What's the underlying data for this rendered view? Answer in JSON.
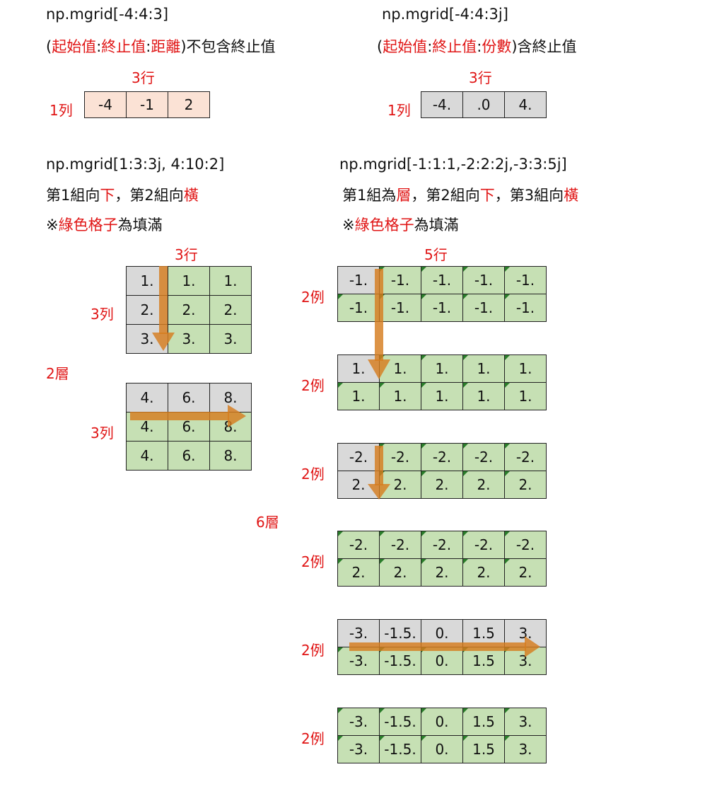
{
  "ex1": {
    "code": "np.mgrid[-4:4:3]",
    "desc_parts": [
      "(",
      "起始值",
      ":",
      "終止值",
      ":",
      "距離",
      ")不包含終止值"
    ],
    "cols_label": "3行",
    "rows_label": "1列",
    "cells": [
      "-4",
      "-1",
      "2"
    ]
  },
  "ex2": {
    "code": "np.mgrid[-4:4:3j]",
    "desc_parts": [
      "(",
      "起始值",
      ":",
      "終止值",
      ":",
      "份數",
      ")含終止值"
    ],
    "cols_label": "3行",
    "rows_label": "1列",
    "cells": [
      "-4.",
      ".0",
      "4."
    ]
  },
  "ex3": {
    "code": "np.mgrid[1:3:3j,  4:10:2]",
    "desc_parts": [
      "第1組向",
      "下",
      "，第2組向",
      "橫"
    ],
    "note_parts": [
      "※",
      "綠色格子",
      "為填滿"
    ],
    "cols_label": "3行",
    "rows_label_a": "3列",
    "rows_label_b": "3列",
    "layers_label": "2層",
    "layer_a": [
      [
        "1.",
        "1.",
        "1."
      ],
      [
        "2.",
        "2.",
        "2."
      ],
      [
        "3.",
        "3.",
        "3."
      ]
    ],
    "layer_b": [
      [
        "4.",
        "6.",
        "8."
      ],
      [
        "4.",
        "6.",
        "8."
      ],
      [
        "4.",
        "6.",
        "8."
      ]
    ]
  },
  "ex4": {
    "code": "np.mgrid[-1:1:1,-2:2:2j,-3:3:5j]",
    "desc_parts": [
      "第1組為",
      "層",
      "，第2組向",
      "下",
      "，第3組向",
      "橫"
    ],
    "note_parts": [
      "※",
      "綠色格子",
      "為填滿"
    ],
    "cols_label": "5行",
    "layers_label": "6層",
    "row_label": "2例",
    "blocks": [
      [
        [
          "-1.",
          "-1.",
          "-1.",
          "-1.",
          "-1."
        ],
        [
          "-1.",
          "-1.",
          "-1.",
          "-1.",
          "-1."
        ]
      ],
      [
        [
          "1.",
          "1.",
          "1.",
          "1.",
          "1."
        ],
        [
          "1.",
          "1.",
          "1.",
          "1.",
          "1."
        ]
      ],
      [
        [
          "-2.",
          "-2.",
          "-2.",
          "-2.",
          "-2."
        ],
        [
          "2.",
          "2.",
          "2.",
          "2.",
          "2."
        ]
      ],
      [
        [
          "-2.",
          "-2.",
          "-2.",
          "-2.",
          "-2."
        ],
        [
          "2.",
          "2.",
          "2.",
          "2.",
          "2."
        ]
      ],
      [
        [
          "-3.",
          "-1.5.",
          "0.",
          "1.5",
          "3."
        ],
        [
          "-3.",
          "-1.5.",
          "0.",
          "1.5",
          "3."
        ]
      ],
      [
        [
          "-3.",
          "-1.5.",
          "0.",
          "1.5",
          "3."
        ],
        [
          "-3.",
          "-1.5.",
          "0.",
          "1.5",
          "3."
        ]
      ]
    ]
  }
}
